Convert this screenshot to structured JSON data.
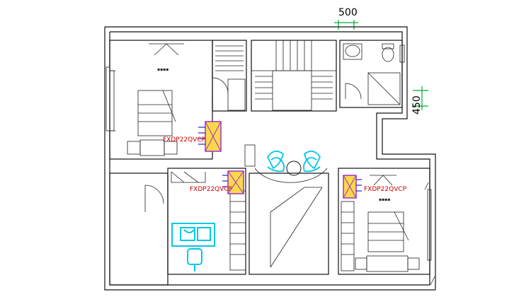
{
  "dimensions": {
    "top": "500",
    "right": "450"
  },
  "ac_units": {
    "left_room": "FXDP22QVCP",
    "middle_room": "FXDP22QVCP",
    "right_room": "FXDP22QVCP"
  },
  "colors": {
    "wall": "#111111",
    "ac_label": "#cc0000",
    "ac_box": "#9933cc",
    "ac_fill": "#ffd84a",
    "vent": "#2222cc",
    "furniture": "#00c8e6",
    "dimension": "#00aa33"
  }
}
